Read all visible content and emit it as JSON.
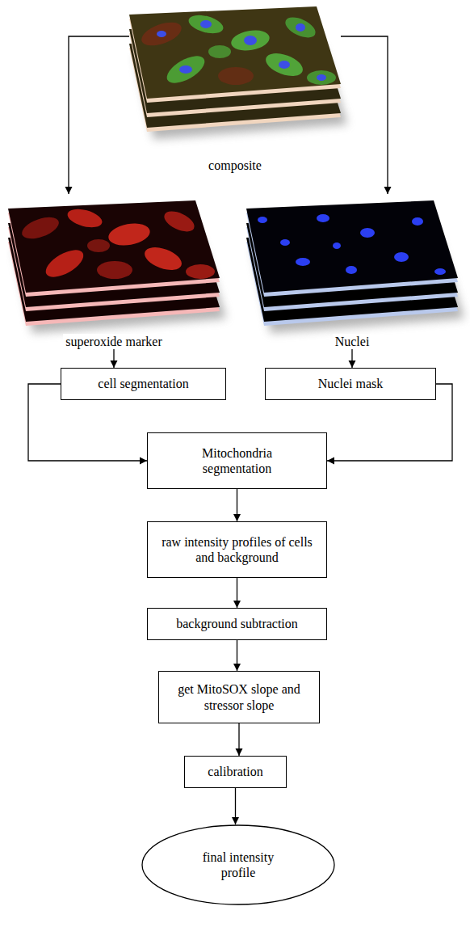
{
  "diagram": {
    "nodes": [
      {
        "text": [
          "composite"
        ]
      },
      {
        "text": [
          "superoxide marker"
        ]
      },
      {
        "text": [
          "Nuclei"
        ]
      },
      {
        "text": [
          "cell segmentation"
        ]
      },
      {
        "text": [
          "Nuclei mask"
        ]
      },
      {
        "text": [
          "Mitochondria segmentation"
        ]
      },
      {
        "text": [
          "raw intensity profiles of cells and background"
        ]
      },
      {
        "text": [
          "background subtraction"
        ]
      },
      {
        "text": [
          "get MitoSOX slope and stressor slope"
        ]
      },
      {
        "text": [
          "calibration"
        ]
      },
      {
        "text": [
          "final intensity profile"
        ]
      }
    ],
    "edges": [
      {
        "from": 0,
        "to": 1,
        "arrow": "to"
      },
      {
        "from": 0,
        "to": 2,
        "arrow": "to"
      },
      {
        "from": 1,
        "to": 3,
        "arrow": "to"
      },
      {
        "from": 2,
        "to": 4,
        "arrow": "to"
      },
      {
        "from": 3,
        "to": 5,
        "arrow": "to"
      },
      {
        "from": 4,
        "to": 5,
        "arrow": "to"
      },
      {
        "from": 5,
        "to": 6,
        "arrow": "to"
      },
      {
        "from": 6,
        "to": 7,
        "arrow": "to"
      },
      {
        "from": 7,
        "to": 8,
        "arrow": "to"
      },
      {
        "from": 8,
        "to": 9,
        "arrow": "to"
      },
      {
        "from": 9,
        "to": 10,
        "arrow": "to"
      }
    ]
  }
}
